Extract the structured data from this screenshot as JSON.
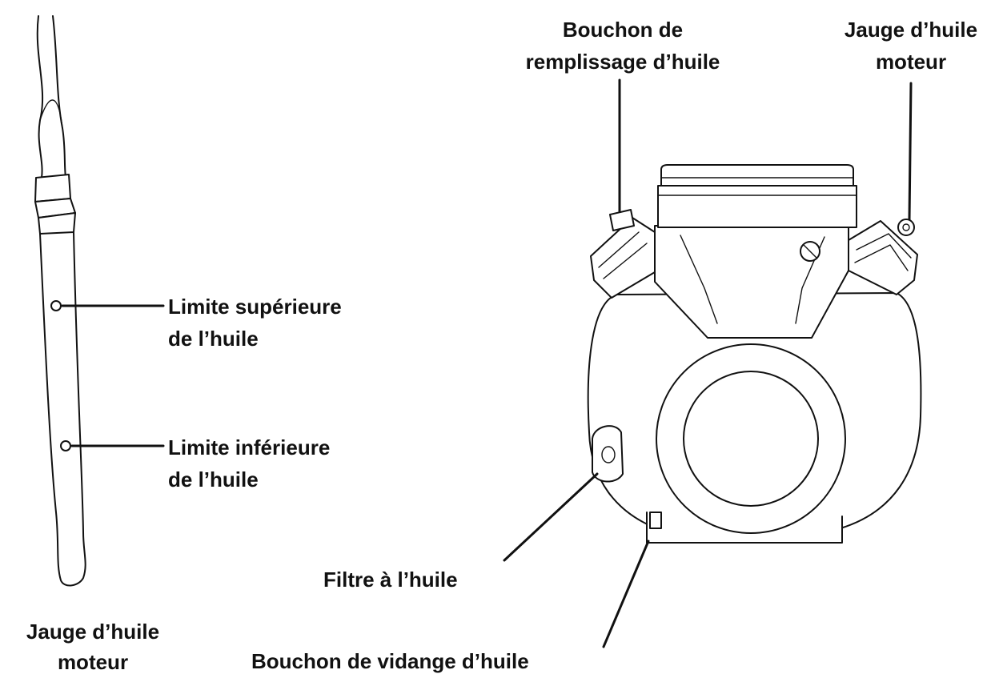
{
  "labels": {
    "fill_cap_line1": "Bouchon de",
    "fill_cap_line2": "remplissage d’huile",
    "dipstick_top_line1": "Jauge d’huile",
    "dipstick_top_line2": "moteur",
    "upper_limit_line1": "Limite supérieure",
    "upper_limit_line2": "de l’huile",
    "lower_limit_line1": "Limite inférieure",
    "lower_limit_line2": "de l’huile",
    "oil_filter": "Filtre à l’huile",
    "drain_plug": "Bouchon de vidange d’huile",
    "dipstick_bottom_line1": "Jauge d’huile",
    "dipstick_bottom_line2": "moteur"
  },
  "colors": {
    "ink": "#111111",
    "background": "#ffffff"
  }
}
